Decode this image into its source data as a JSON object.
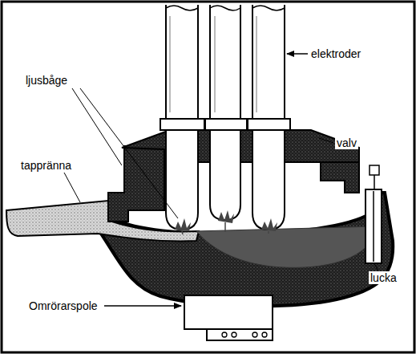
{
  "diagram": {
    "labels": [
      "elektroder",
      "ljusbåge",
      "valv",
      "tappränna",
      "lucka",
      "Omrörarspole"
    ]
  }
}
